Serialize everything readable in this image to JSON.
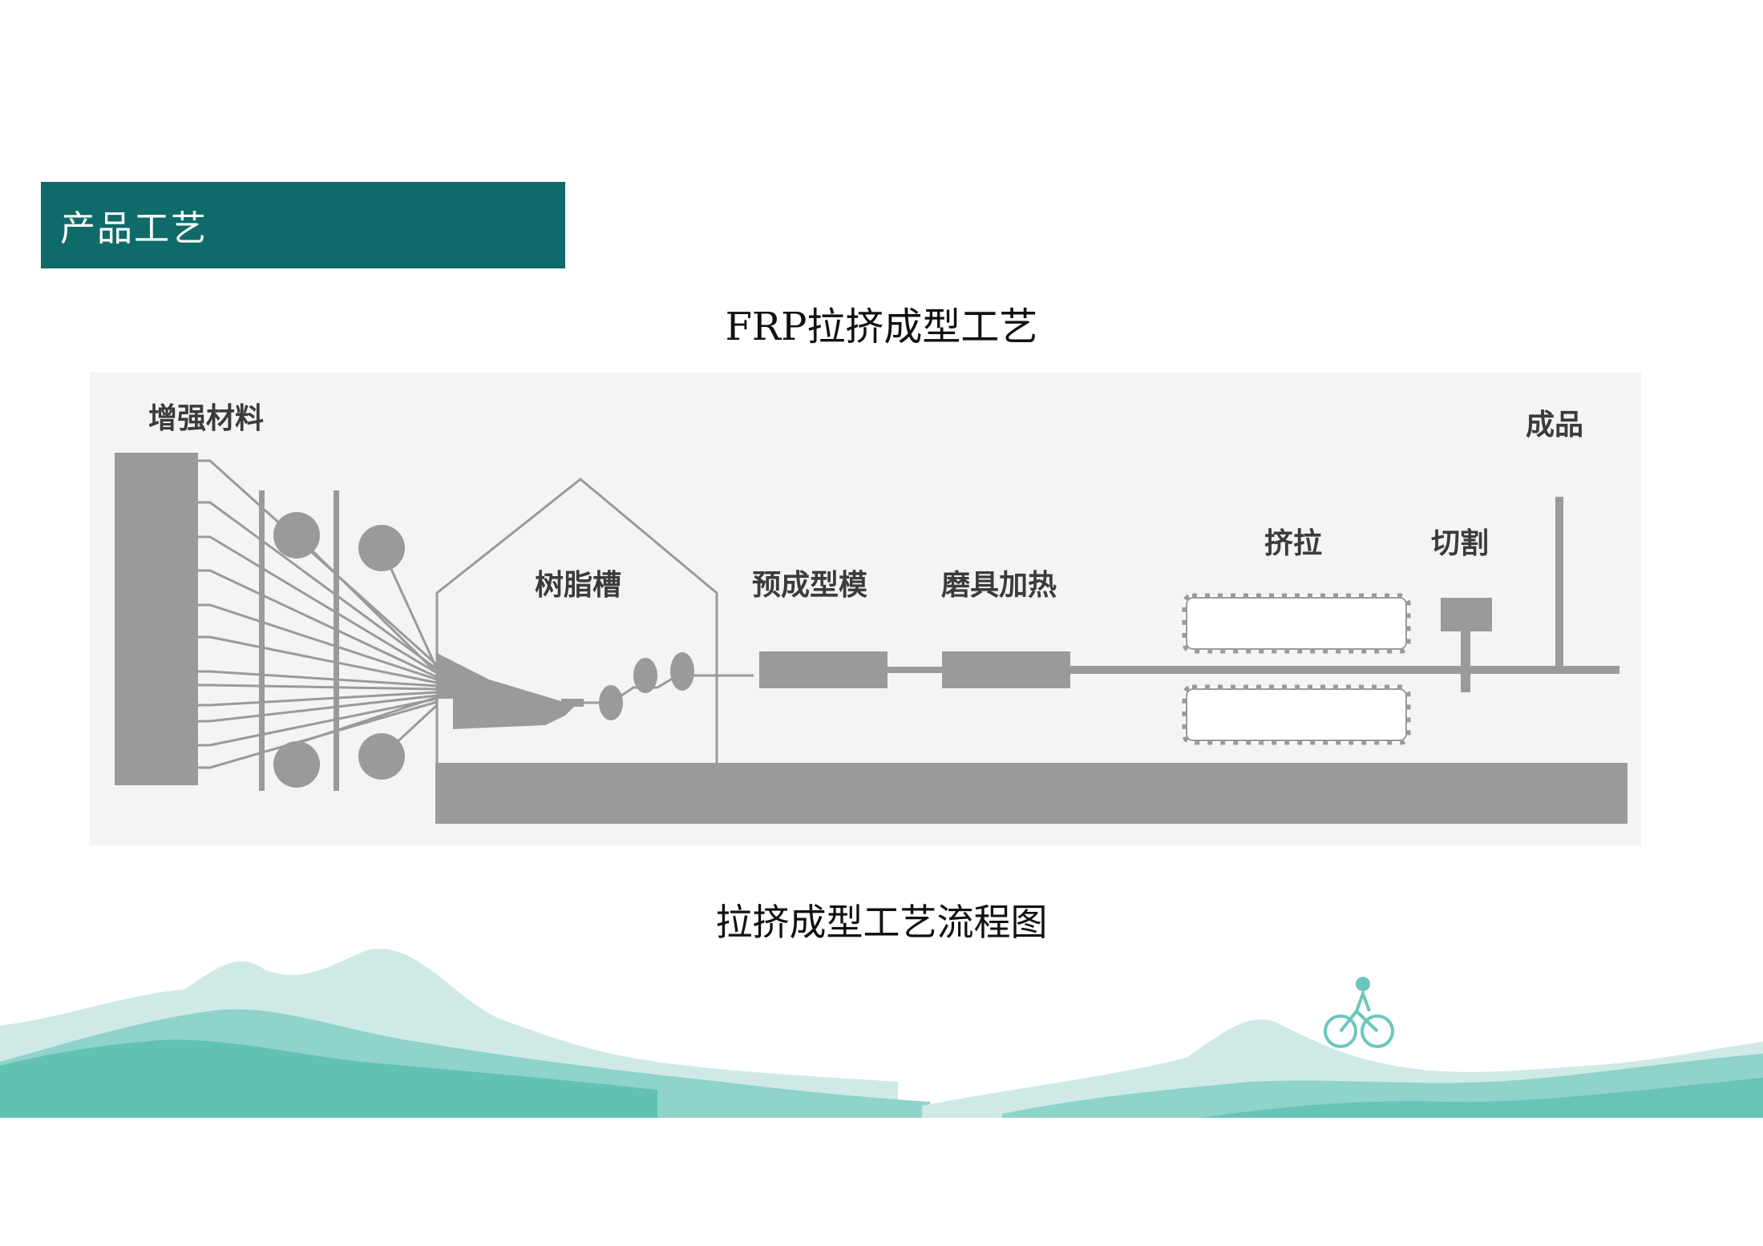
{
  "banner": {
    "label": "产品工艺"
  },
  "diagram": {
    "title": "FRP拉挤成型工艺",
    "caption": "拉挤成型工艺流程图",
    "labels": {
      "reinforcement": "增强材料",
      "resin_tank": "树脂槽",
      "preform_die": "预成型模",
      "die_heating": "磨具加热",
      "pulling": "挤拉",
      "cutting": "切割",
      "product": "成品"
    }
  },
  "colors": {
    "banner": "#0e6b69",
    "machine": "#9a9a9a",
    "panel": "#f4f4f4",
    "mountain_light": "#cfeae6",
    "mountain_mid": "#8fd3ca",
    "mountain_dark": "#4fb9ad"
  },
  "decor": {
    "cyclist": "cyclist-icon"
  }
}
